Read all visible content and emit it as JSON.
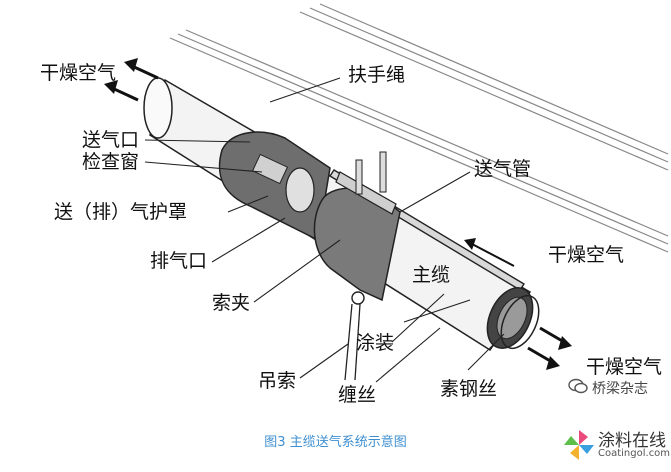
{
  "labels": {
    "dry_air_left": "干燥空气",
    "handrope": "扶手绳",
    "air_inlet": "送气口",
    "inspection_window": "检查窗",
    "air_guard_cover": "送（排）气护罩",
    "air_supply_pipe": "送气管",
    "air_outlet": "排气口",
    "dry_air_right": "干燥空气",
    "main_cable": "主缆",
    "cable_clamp": "索夹",
    "coating": "涂装",
    "hanger": "吊索",
    "wrapping_wire": "缠丝",
    "steel_wire": "素钢丝",
    "dry_air_bottom": "干燥空气"
  },
  "caption": "图3 主缆送气系统示意图",
  "watermark": {
    "text": "桥梁杂志",
    "icon": "wechat-icon"
  },
  "brand": {
    "name_cn": "涂料在线",
    "name_en": "Coatingol.com",
    "icon": "pinwheel-logo-icon"
  },
  "colors": {
    "caption": "#3e8fd1",
    "text": "#111111",
    "line": "#222222",
    "fill_dark": "#6e6e6e",
    "fill_light": "#e6e6e6"
  }
}
